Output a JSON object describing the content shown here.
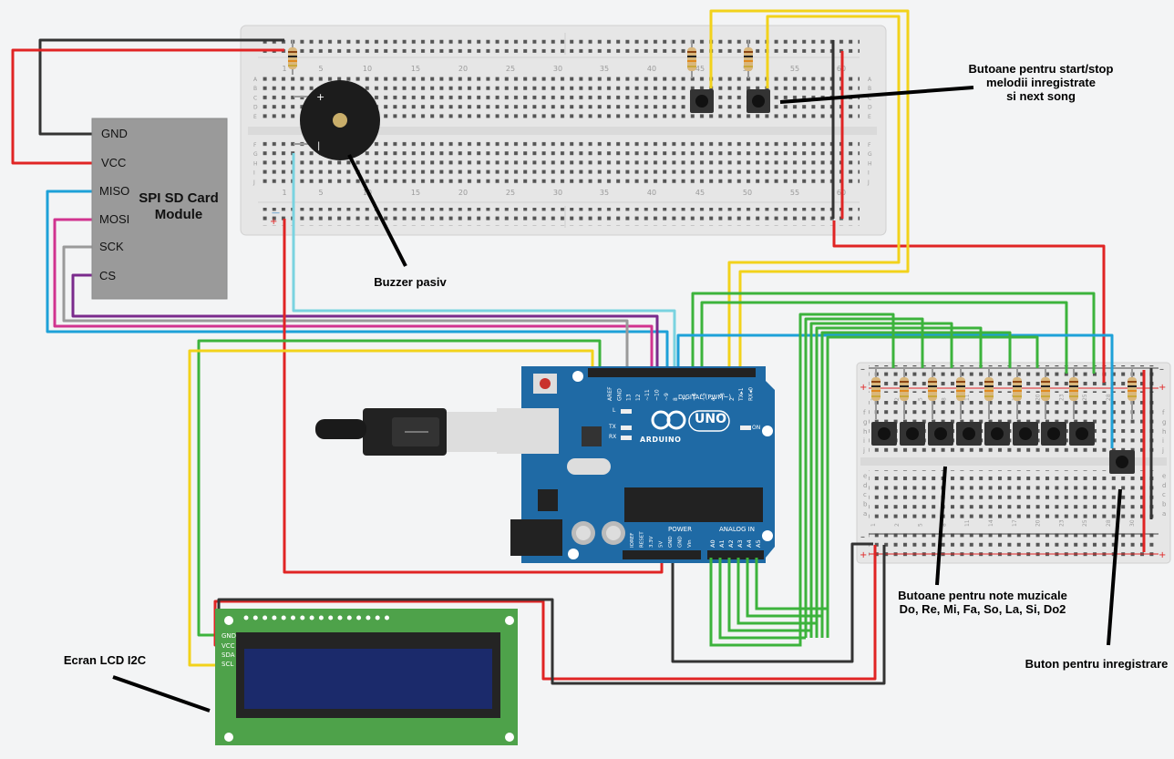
{
  "labels": {
    "buzzer": "Buzzer pasiv",
    "control_buttons": [
      "Butoane pentru start/stop",
      "melodii inregistrate",
      "si next song"
    ],
    "note_buttons": [
      "Butoane pentru note muzicale",
      "Do, Re, Mi, Fa, So, La, Si, Do2"
    ],
    "record_button": "Buton pentru inregistrare",
    "lcd": "Ecran LCD I2C"
  },
  "sd_module": {
    "title": [
      "SPI SD Card",
      "Module"
    ],
    "pins": [
      "GND",
      "VCC",
      "MISO",
      "MOSI",
      "SCK",
      "CS"
    ]
  },
  "arduino": {
    "brand": "ARDUINO",
    "model": "UNO",
    "digital_label": "DIGITAL (PWM~)",
    "power_label": "POWER",
    "analog_label": "ANALOG IN",
    "on_label": "ON",
    "top_pins": [
      "AREF",
      "GND",
      "13",
      "12",
      "~11",
      "~10",
      "~9",
      "8",
      "7",
      "~6",
      "~5",
      "4",
      "~3",
      "2",
      "TX▸1",
      "RX◂0"
    ],
    "power_pins": [
      "IOREF",
      "RESET",
      "3.3V",
      "5V",
      "GND",
      "GND",
      "Vin"
    ],
    "analog_pins": [
      "A0",
      "A1",
      "A2",
      "A3",
      "A4",
      "A5"
    ],
    "leds": [
      "L",
      "TX",
      "RX"
    ]
  },
  "lcd": {
    "pins": [
      "GND",
      "VCC",
      "SDA",
      "SCL"
    ]
  },
  "breadboard_top": {
    "numbers": [
      "1",
      "5",
      "10",
      "15",
      "20",
      "25",
      "30",
      "35",
      "40",
      "45",
      "50",
      "55",
      "60"
    ],
    "rows_top": [
      "A",
      "B",
      "C",
      "D",
      "E"
    ],
    "rows_bottom": [
      "F",
      "G",
      "H",
      "I",
      "J"
    ]
  },
  "breadboard_right": {
    "numbers": [
      "1",
      "2",
      "5",
      "8",
      "11",
      "14",
      "17",
      "20",
      "23",
      "25",
      "28",
      "30"
    ],
    "rows_top": [
      "f",
      "g",
      "h",
      "i",
      "j"
    ],
    "rows_bottom": [
      "a",
      "b",
      "c",
      "d",
      "e"
    ]
  },
  "colors": {
    "board": "#1f6aa5",
    "wire_red": "#e02424",
    "wire_black": "#333333",
    "wire_green": "#3cb33c",
    "wire_yellow": "#f2d21b",
    "wire_blue": "#1da1d8",
    "wire_magenta": "#d1338f",
    "wire_purple": "#7a2a8c",
    "wire_gray": "#9a9a9a",
    "wire_cyan": "#7ad3e0"
  }
}
